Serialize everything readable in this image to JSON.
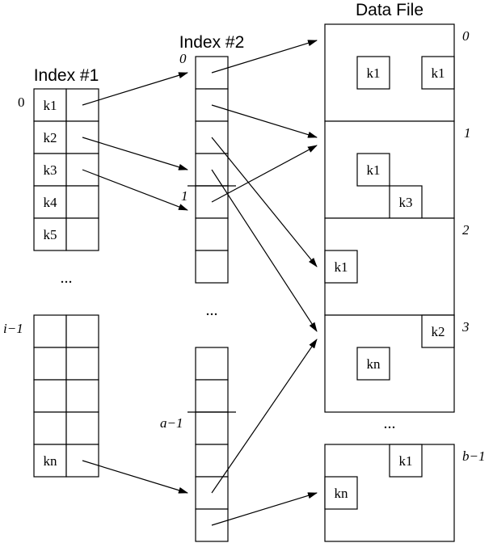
{
  "titles": {
    "index1": "Index #1",
    "index2": "Index #2",
    "data_file": "Data File"
  },
  "index1": {
    "top_label": "0",
    "top_keys": [
      "k1",
      "k2",
      "k3",
      "k4",
      "k5"
    ],
    "ellipsis": "...",
    "bottom_label": "i−1",
    "bottom_keys": [
      "",
      "",
      "",
      "",
      "kn"
    ]
  },
  "index2": {
    "label_0": "0",
    "label_1": "1",
    "ellipsis": "...",
    "label_a1": "a−1"
  },
  "data_file": {
    "blocks": [
      {
        "label": "0",
        "records": [
          "k1",
          "k1"
        ]
      },
      {
        "label": "1",
        "records": [
          "k1",
          "k3"
        ]
      },
      {
        "label": "2",
        "records": [
          "k1"
        ]
      },
      {
        "label": "3",
        "records": [
          "k2",
          "kn"
        ]
      },
      {
        "label": "b−1",
        "records": [
          "k1",
          "kn"
        ]
      }
    ],
    "ellipsis": "..."
  },
  "edges": [
    {
      "from": "index1:k1",
      "to": "index2:0"
    },
    {
      "from": "index1:k2",
      "to": "index2:block0-end"
    },
    {
      "from": "index1:k3",
      "to": "index2:1"
    },
    {
      "from": "index1:kn",
      "to": "index2:a-1+2"
    },
    {
      "from": "index2:row0",
      "to": "data:block0"
    },
    {
      "from": "index2:row1",
      "to": "data:block1"
    },
    {
      "from": "index2:row2",
      "to": "data:block2"
    },
    {
      "from": "index2:row3",
      "to": "data:block3"
    },
    {
      "from": "index2:row4",
      "to": "data:block1"
    },
    {
      "from": "index2:bottom-row4",
      "to": "data:block3"
    },
    {
      "from": "index2:bottom-row5",
      "to": "data:block-b-1"
    }
  ]
}
